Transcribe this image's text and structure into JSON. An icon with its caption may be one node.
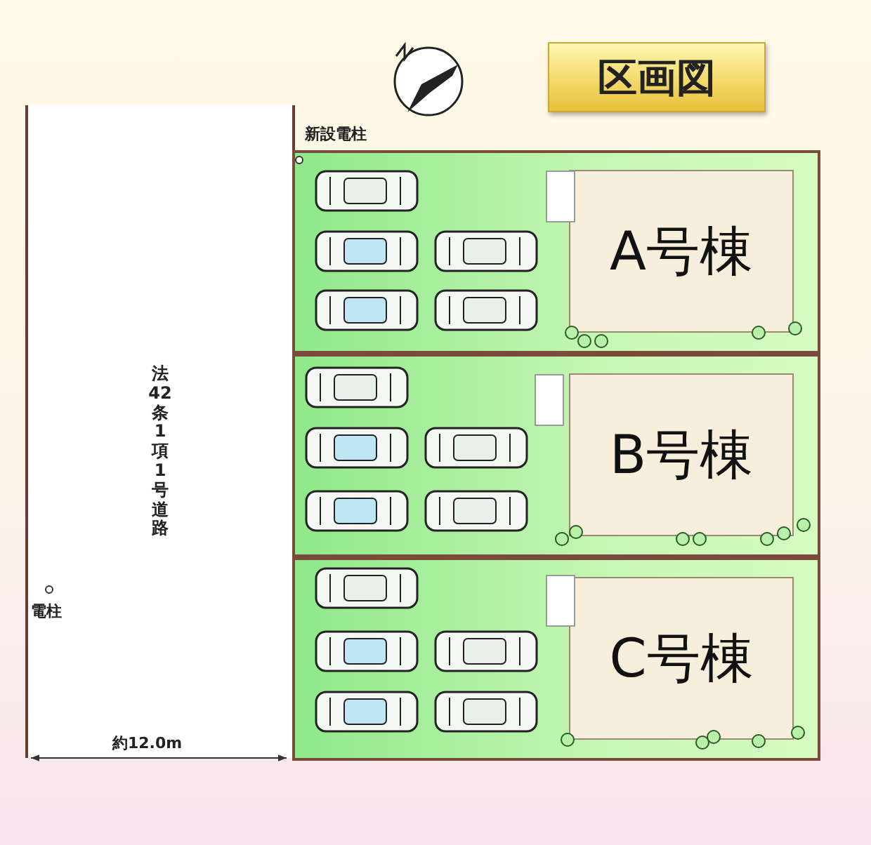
{
  "diagram": {
    "title": "区画図",
    "nodes": [
      {
        "text": [
          "法42条1項1号道路"
        ]
      },
      {
        "text": [],
        "shape": "box"
      },
      {
        "text": [
          "A号棟"
        ],
        "in": 1
      },
      {
        "text": [],
        "shape": "box"
      },
      {
        "text": [
          "B号棟"
        ],
        "in": 3
      },
      {
        "text": [],
        "shape": "box"
      },
      {
        "text": [
          "C号棟"
        ],
        "in": 5
      }
    ],
    "labels": [
      "新設電柱",
      "電柱",
      "約12.0m"
    ]
  }
}
